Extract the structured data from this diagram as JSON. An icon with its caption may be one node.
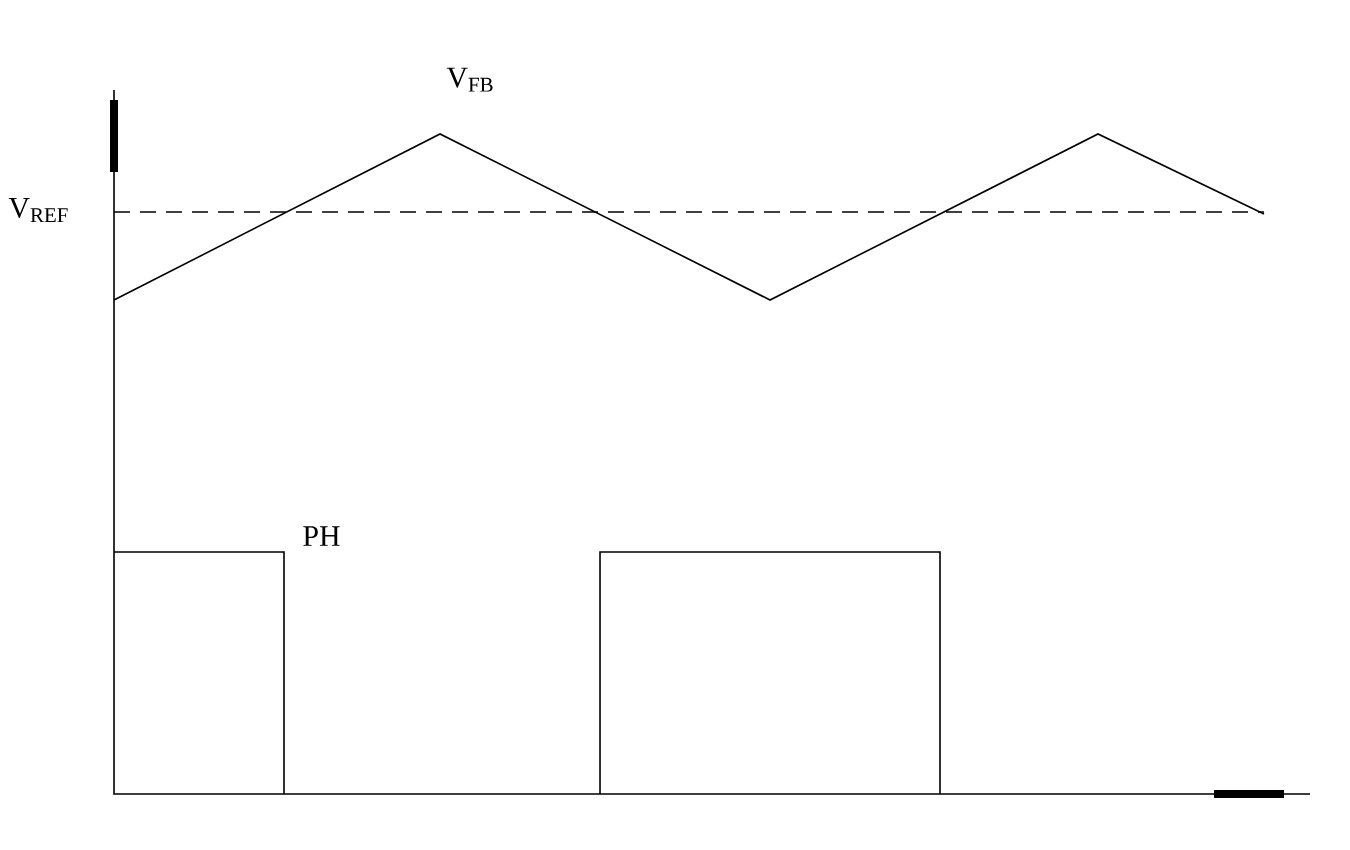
{
  "diagram": {
    "labels": [
      "V$_{FB}$",
      "V$_{REF}$",
      "PH"
    ]
  }
}
